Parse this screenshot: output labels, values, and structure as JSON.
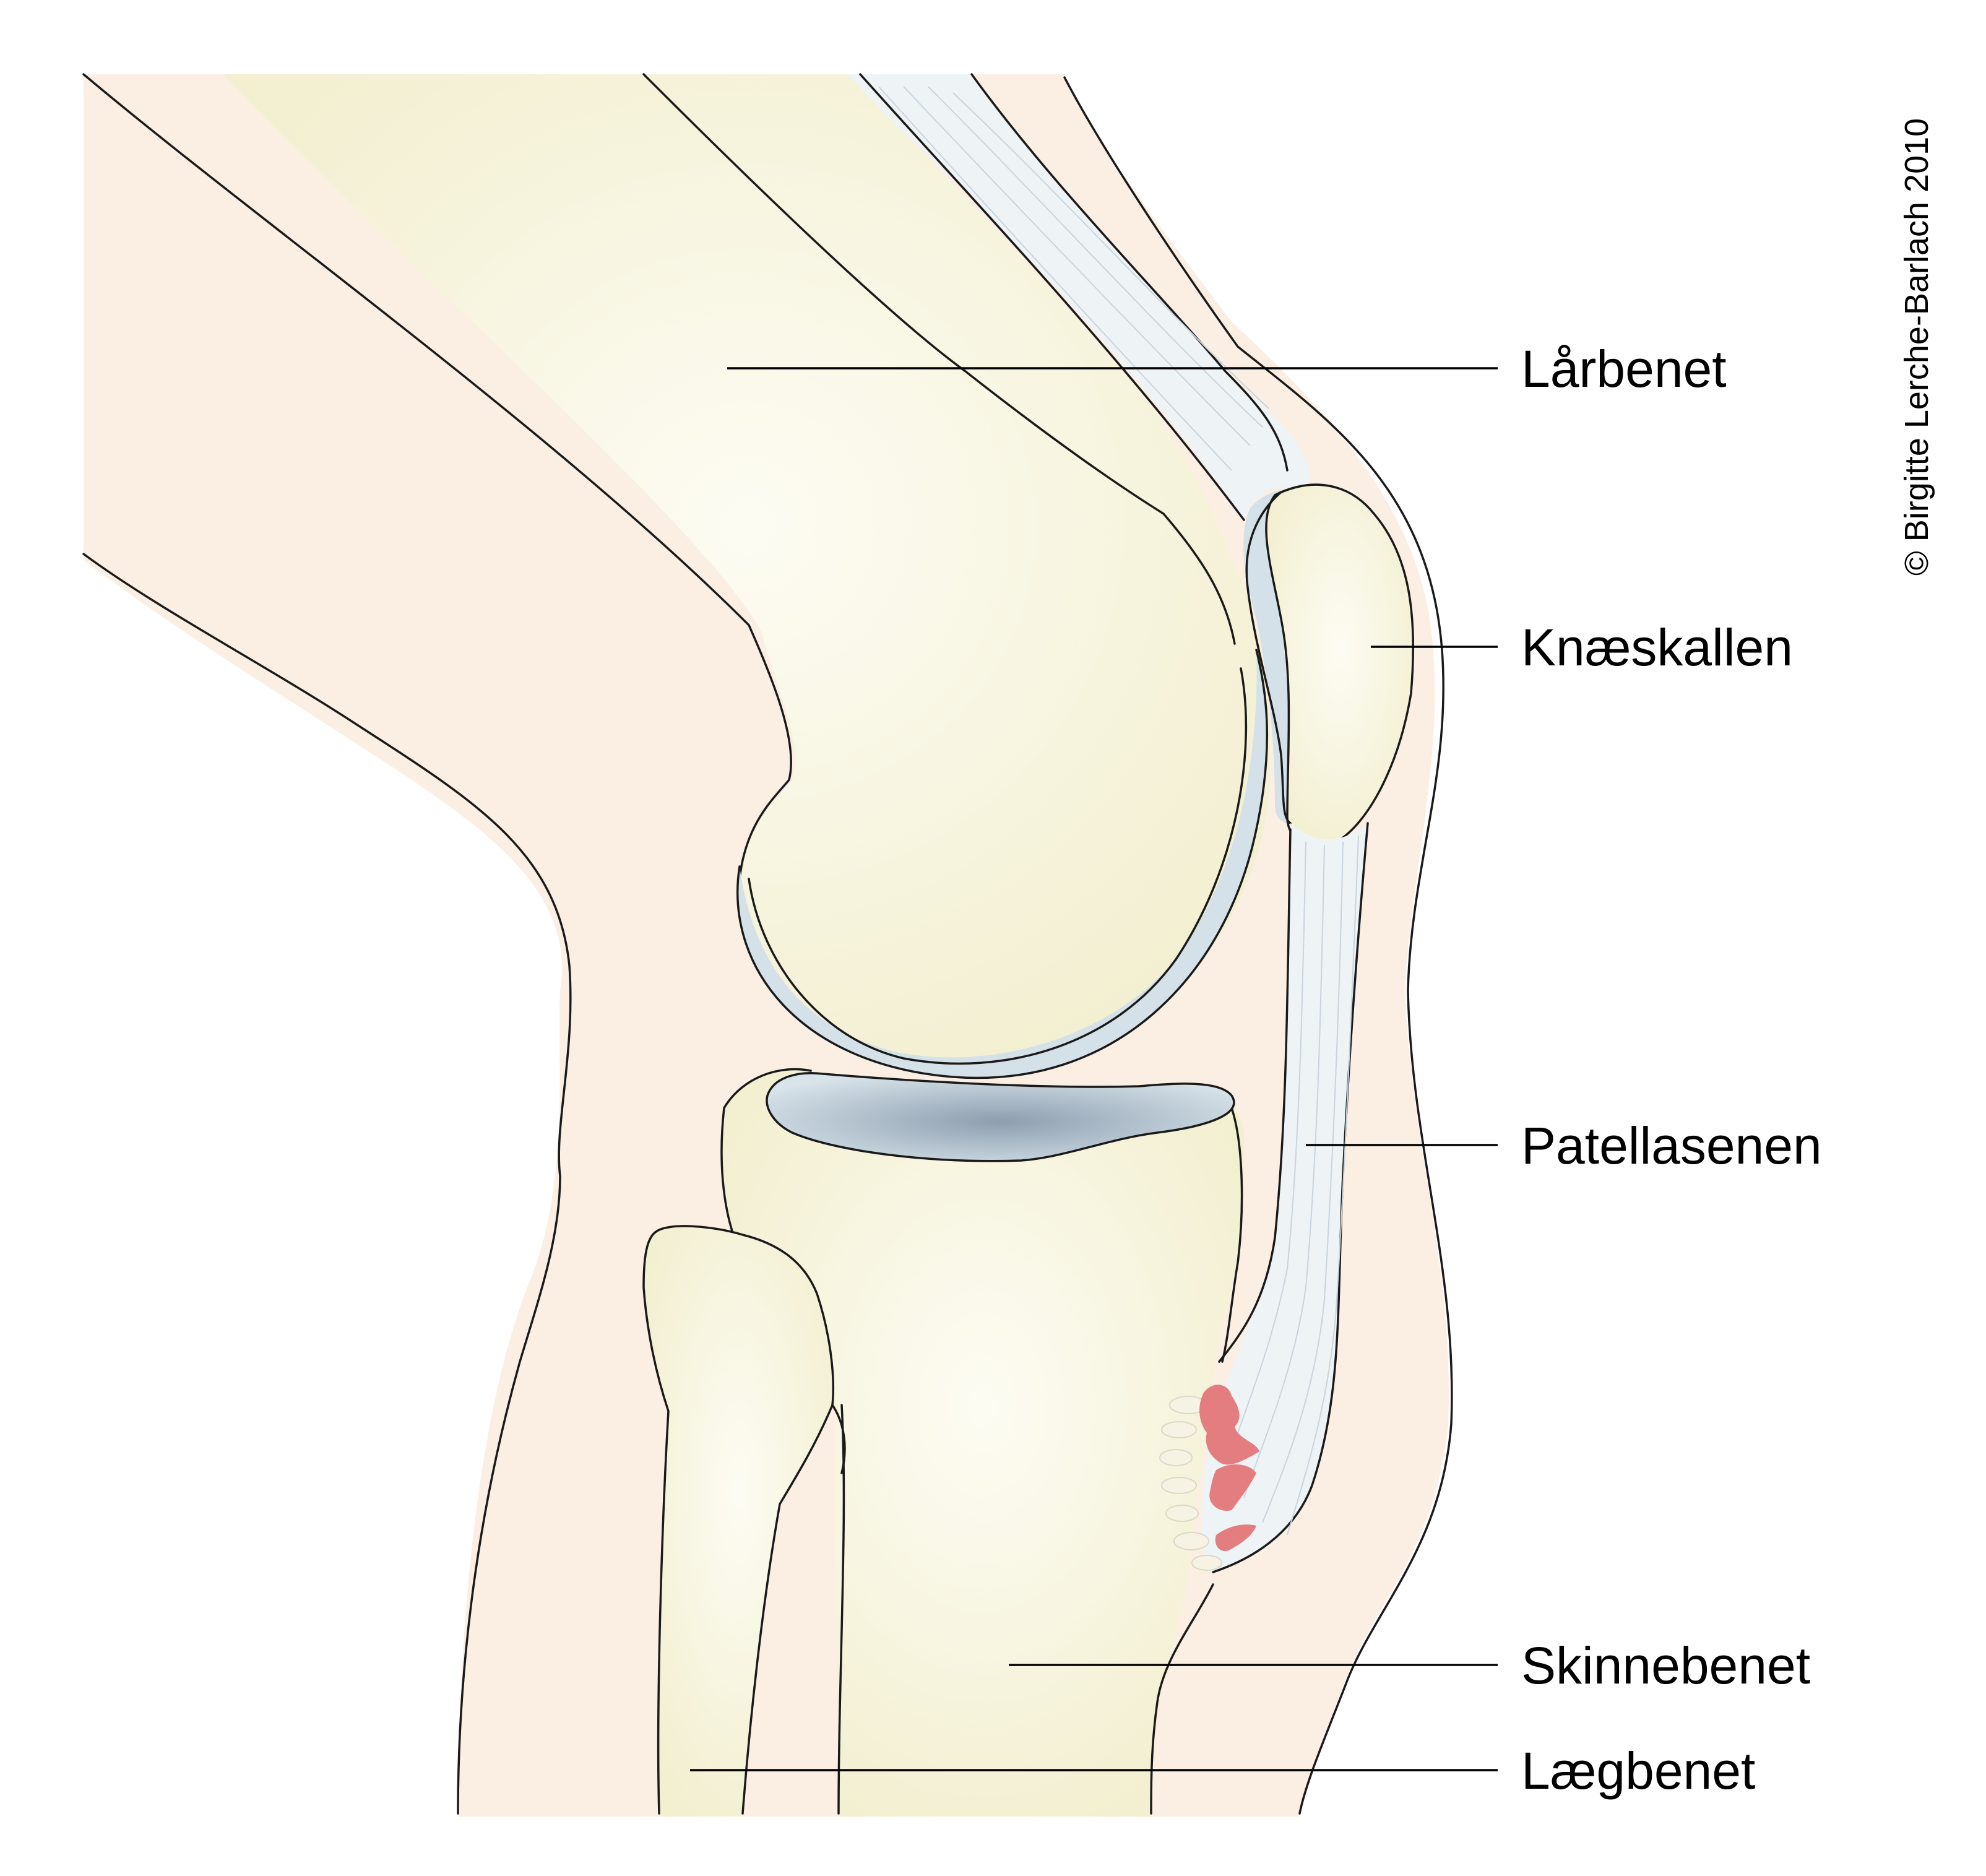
{
  "diagram": {
    "labels": [
      {
        "id": "femur",
        "text": "Lårbenet"
      },
      {
        "id": "patella",
        "text": "Knæskallen"
      },
      {
        "id": "patellar-tendon",
        "text": "Patellasenen"
      },
      {
        "id": "tibia",
        "text": "Skinnebenet"
      },
      {
        "id": "fibula",
        "text": "Lægbenet"
      }
    ],
    "credit": "© Birgitte Lerche-Barlach 2010"
  },
  "colors": {
    "skin": "#fbeee3",
    "bone": "#f7f4dc",
    "cartilage": "#d4e1e8",
    "tendon": "#eef3f6",
    "inflammation": "#e47d7f"
  }
}
